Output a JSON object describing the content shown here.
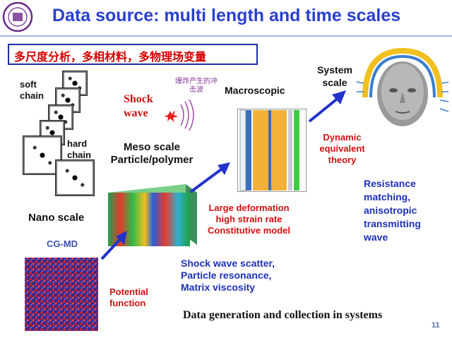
{
  "slide": {
    "title": "Data source: multi length and time scales",
    "subtitle_cn": "多尺度分析，多相材料，多物理场变量",
    "page_number": "11",
    "footer": "Data generation and collection in systems"
  },
  "logo": {
    "text": ""
  },
  "labels": {
    "soft_chain": "soft chain",
    "hard_chain": "hard chain",
    "nano_scale": "Nano scale",
    "cg_md": "CG-MD",
    "potential_function": "Potential function",
    "shock_wave": "Shock wave",
    "shock_cn": "爆炸产生的冲击波",
    "meso_scale": "Meso scale Particle/polymer",
    "macroscopic": "Macroscopic",
    "large_deformation": "Large deformation high strain rate Constitutive model",
    "shock_scatter": "Shock wave scatter, Particle resonance, Matrix viscosity",
    "system_scale": "System scale",
    "dynamic_equivalent": "Dynamic equivalent theory",
    "resistance": "Resistance matching, anisotropic transmitting wave"
  },
  "colors": {
    "title": "#2a3fd0",
    "red": "#d01010",
    "blue": "#1e30b8",
    "arrow": "#2233cc"
  }
}
